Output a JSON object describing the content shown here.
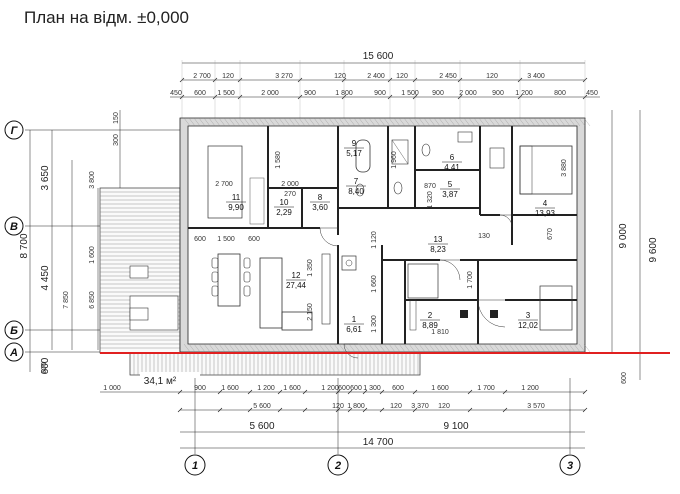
{
  "title": "План на відм. ±0,000",
  "top_dims": {
    "overall": "15 600",
    "row1": [
      "2 700",
      "120",
      "3 270",
      "120",
      "2 400",
      "120",
      "2 450",
      "120",
      "3 400"
    ],
    "row2": [
      "450",
      "600",
      "1 500",
      "2 000",
      "900",
      "1 800",
      "900",
      "1 500",
      "900",
      "2 000",
      "900",
      "1 200",
      "800",
      "450"
    ]
  },
  "bottom_dims": {
    "row1": [
      "1 000",
      "900",
      "1 600",
      "1 200",
      "1 600",
      "1 200",
      "600",
      "600",
      "1 300",
      "600",
      "1 600",
      "1 700",
      "1 200"
    ],
    "row2": [
      "5 600",
      "120",
      "1 800",
      "120",
      "3 370",
      "120",
      "3 570"
    ],
    "row3": [
      "5 600",
      "9 100"
    ],
    "overall": "14 700",
    "left_600": "600",
    "right_600": "600"
  },
  "left_dims": {
    "outer": [
      "3 650",
      "4 450",
      "600"
    ],
    "total": "8 700",
    "inner": [
      "3 800",
      "1 600",
      "6 850",
      "7 850",
      "150",
      "300"
    ]
  },
  "right_dims": {
    "a": "9 000",
    "b": "9 600"
  },
  "axes_rows": [
    "Г",
    "В",
    "Б",
    "А"
  ],
  "axes_cols": [
    "1",
    "2",
    "3"
  ],
  "terrace_area": "34,1 м²",
  "rooms": [
    {
      "num": "1",
      "area": "6,61"
    },
    {
      "num": "2",
      "area": "8,89"
    },
    {
      "num": "3",
      "area": "12,02"
    },
    {
      "num": "4",
      "area": "13,93"
    },
    {
      "num": "5",
      "area": "3,87"
    },
    {
      "num": "6",
      "area": "4,41"
    },
    {
      "num": "7",
      "area": "8,40"
    },
    {
      "num": "8",
      "area": "3,60"
    },
    {
      "num": "9",
      "area": "5,17"
    },
    {
      "num": "10",
      "area": "2,29"
    },
    {
      "num": "11",
      "area": "9,90"
    },
    {
      "num": "12",
      "area": "27,44"
    },
    {
      "num": "13",
      "area": "8,23"
    }
  ],
  "inner_labels": {
    "l2700": "2 700",
    "l1500": "1 500",
    "l600a": "600",
    "l600b": "600",
    "l1350": "1 350",
    "l2150": "2 150",
    "l1120": "1 120",
    "l1660": "1 660",
    "l1300": "1 300",
    "l1700": "1 700",
    "l670": "670",
    "l130": "130",
    "l3880": "3 880",
    "l1810": "1 810",
    "l2000": "2 000",
    "l870": "870",
    "l1580": "1 580",
    "l1320": "1 320",
    "l1960": "1 960",
    "l270": "270"
  },
  "colors": {
    "section_line": "#e02020",
    "wall_fill": "#d9d9d9"
  }
}
